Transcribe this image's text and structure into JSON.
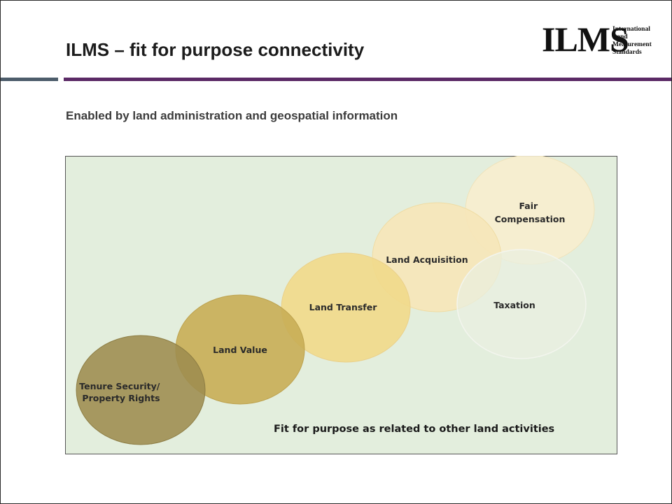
{
  "slide": {
    "title": "ILMS – fit for purpose connectivity",
    "subtitle": "Enabled by land administration and geospatial information"
  },
  "logo": {
    "abbreviation": "ILMS",
    "lines": [
      "International",
      "Land",
      "Measurement",
      "Standards"
    ]
  },
  "diagram": {
    "background": "#e3eedd",
    "nodes": [
      {
        "lines": [
          "Tenure Security/",
          "Property Rights"
        ],
        "color": "#9d8c4f"
      },
      {
        "lines": [
          "Land Value"
        ],
        "color": "#c8ad55"
      },
      {
        "lines": [
          "Land Transfer"
        ],
        "color": "#f1d98a"
      },
      {
        "lines": [
          "Land Acquisition"
        ],
        "color": "#f6e6b8"
      },
      {
        "lines": [
          "Fair",
          "Compensation"
        ],
        "color": "#f7edce"
      },
      {
        "lines": [
          "Taxation"
        ],
        "color": "#eaefe1"
      }
    ],
    "caption": "Fit for purpose as related to other land activities"
  }
}
